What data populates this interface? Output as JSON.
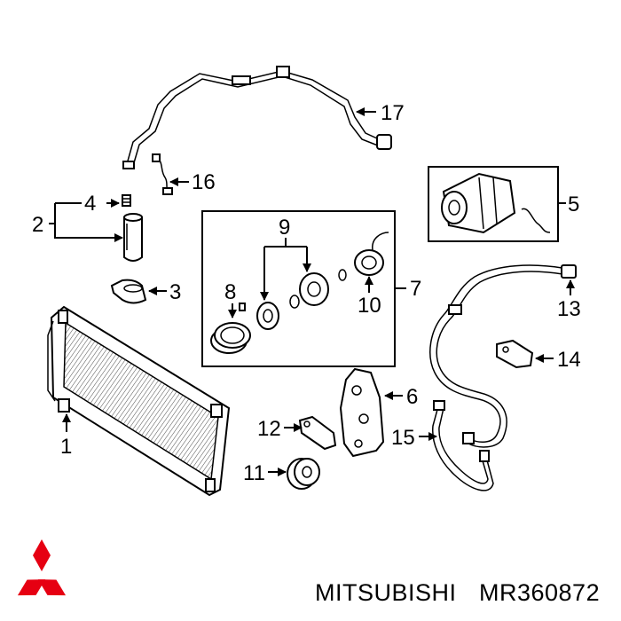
{
  "callouts": {
    "c1": "1",
    "c2": "2",
    "c3": "3",
    "c4": "4",
    "c5": "5",
    "c6": "6",
    "c7": "7",
    "c8": "8",
    "c9": "9",
    "c10": "10",
    "c11": "11",
    "c12": "12",
    "c13": "13",
    "c14": "14",
    "c15": "15",
    "c16": "16",
    "c17": "17"
  },
  "footer": {
    "brand": "MITSUBISHI",
    "part_number": "MR360872",
    "logo_icon": "mitsubishi-three-diamond-icon",
    "logo_color": "#e60012"
  }
}
